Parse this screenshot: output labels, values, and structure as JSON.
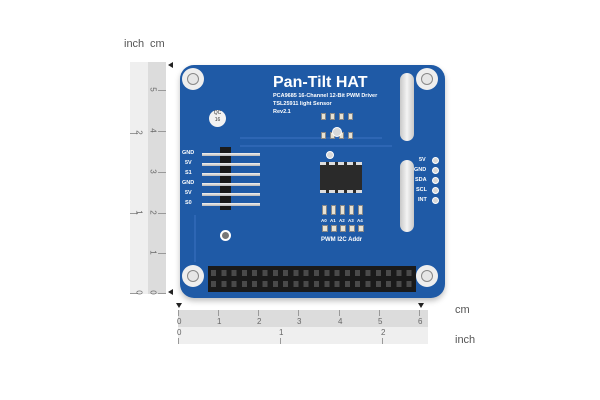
{
  "rulers": {
    "vertical": {
      "inch_label": "inch",
      "cm_label": "cm",
      "inch_ticks": [
        "0",
        "1",
        "2"
      ],
      "cm_ticks": [
        "0",
        "1",
        "2",
        "3",
        "4",
        "5"
      ]
    },
    "horizontal": {
      "cm_label": "cm",
      "inch_label": "inch",
      "cm_ticks": [
        "0",
        "1",
        "2",
        "3",
        "4",
        "5",
        "6"
      ],
      "inch_ticks": [
        "0",
        "1",
        "2"
      ]
    }
  },
  "board": {
    "title": "Pan-Tilt HAT",
    "subtitle_1": "PCA9685 16-Channel 12-Bit PWM Driver",
    "subtitle_2": "TSL25911 light Sensor",
    "revision": "Rev2.1",
    "qc_label": "QC",
    "qc_number": "16",
    "servo_header_labels": [
      "GND",
      "5V",
      "S1",
      "GND",
      "5V",
      "S0"
    ],
    "i2c_header_labels": [
      "5V",
      "GND",
      "SDA",
      "SCL",
      "INT"
    ],
    "address_labels": [
      "A0",
      "A1",
      "A2",
      "A3",
      "A4"
    ],
    "address_caption": "PWM I2C Addr",
    "colors": {
      "pcb": "#1f5aa6",
      "silkscreen": "#ffffff",
      "header": "#1b1b1b"
    }
  }
}
